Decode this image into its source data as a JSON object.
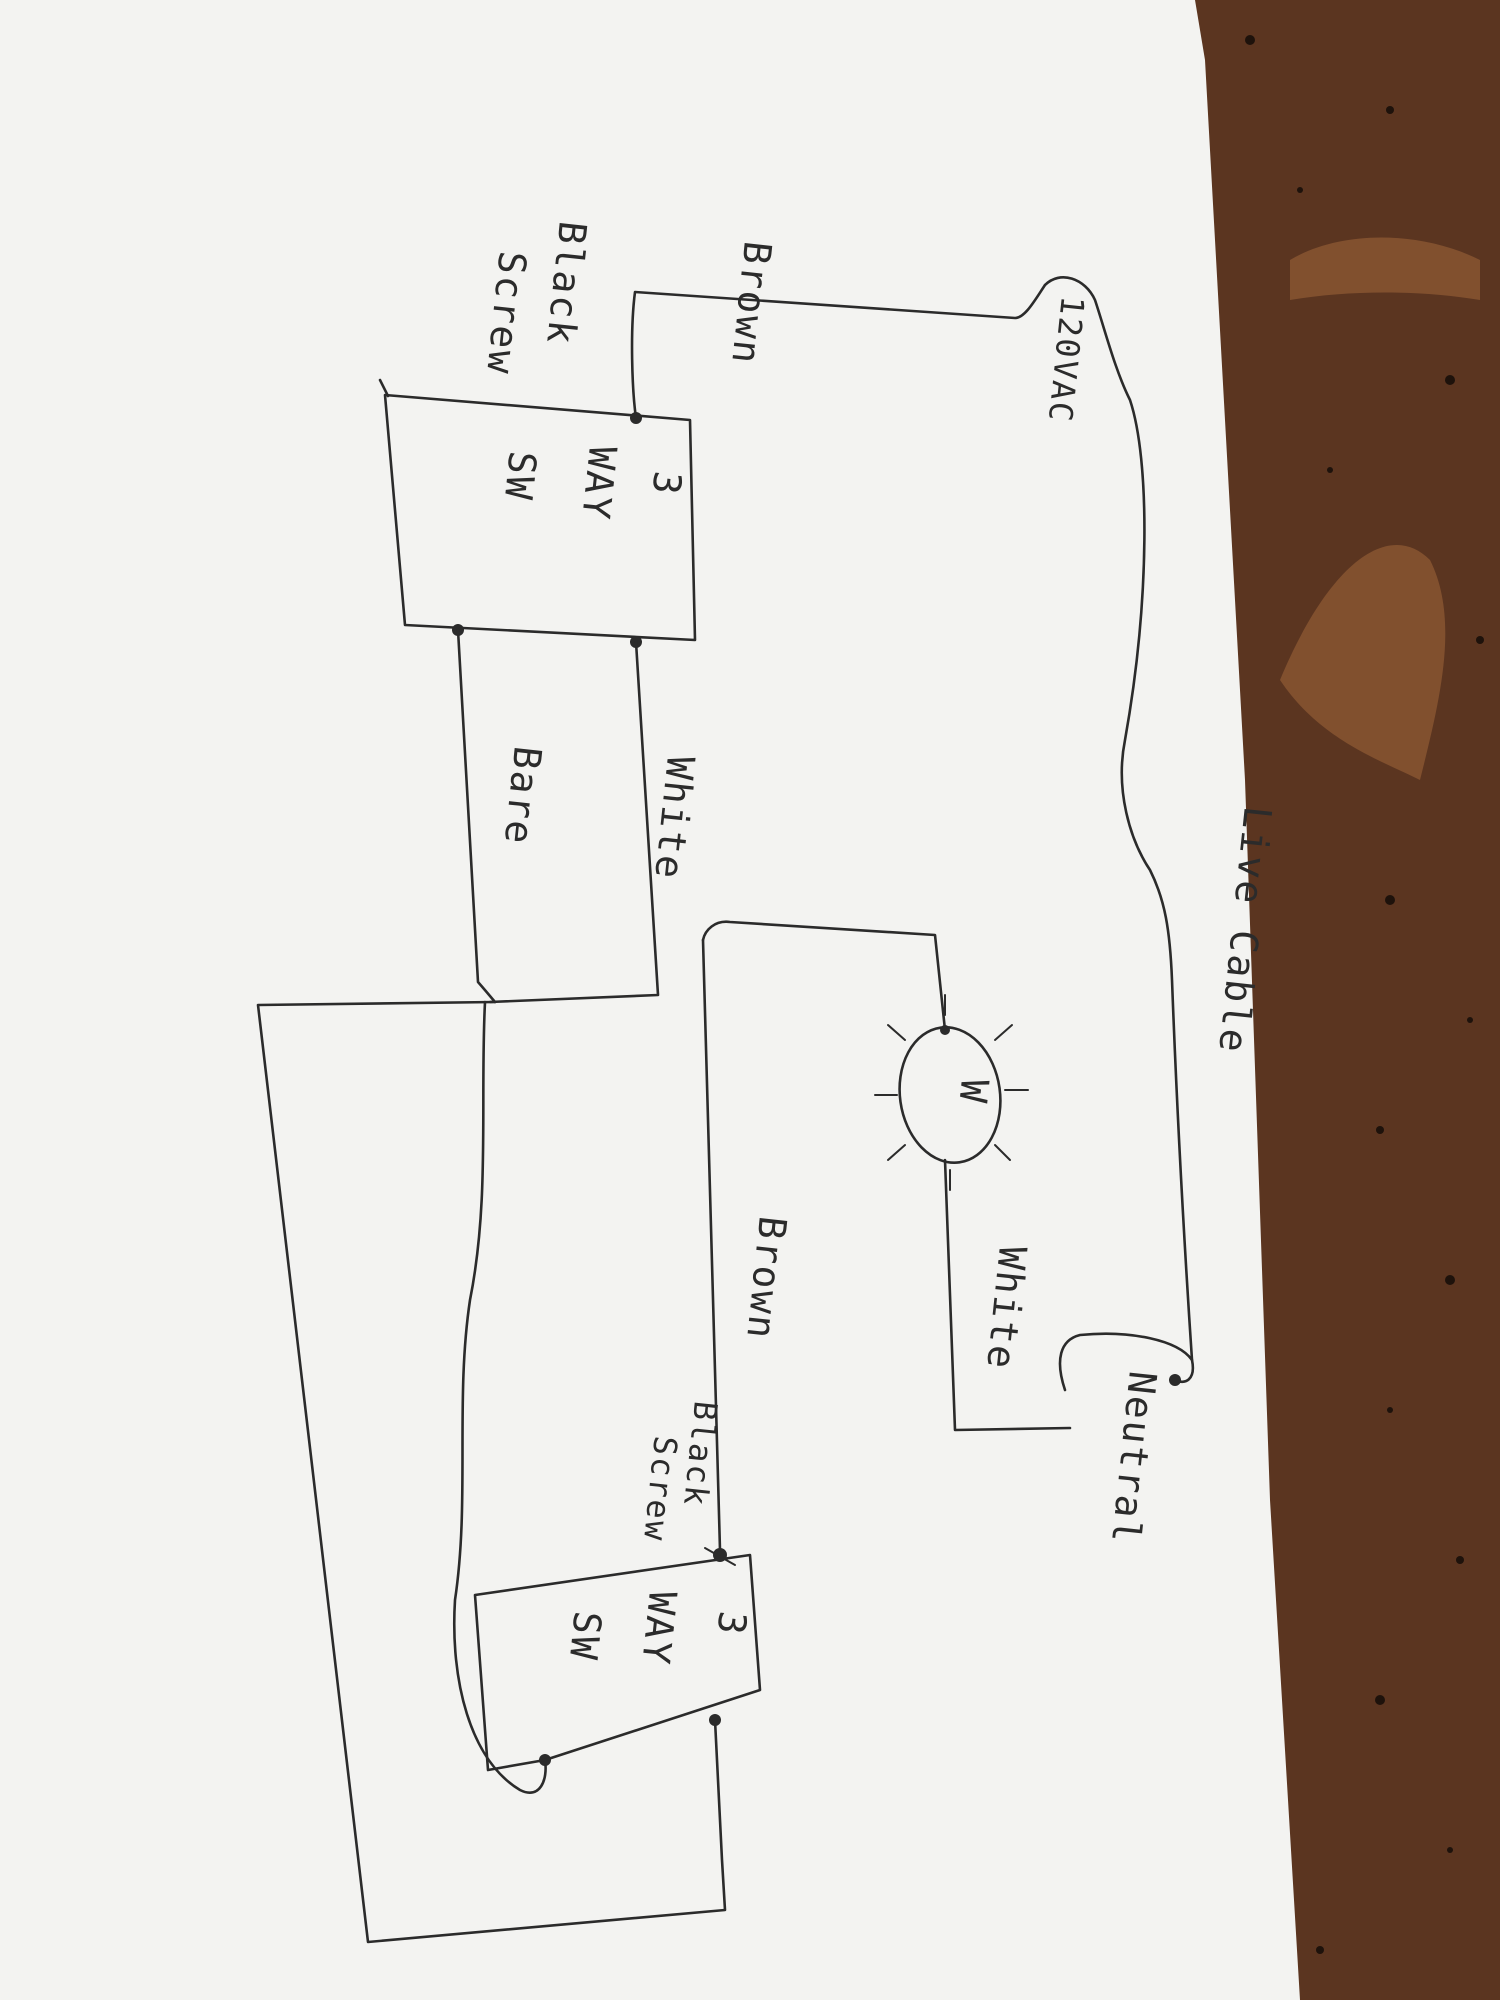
{
  "labels": {
    "brown_top": "Brown",
    "black_screw_top": "Black",
    "black_screw_top_2": "Screw",
    "switch_top_1": "3",
    "switch_top_2": "WAY",
    "switch_top_3": "SW",
    "v120": "120VAC",
    "white_mid": "White",
    "bare": "Bare",
    "live_cable": "Live Cable",
    "lamp": "W",
    "brown_bottom": "Brown",
    "white_lamp": "White",
    "neutral": "Neutral",
    "black_screw_bot": "Black",
    "black_screw_bot_2": "Screw",
    "switch_bot_1": "3",
    "switch_bot_2": "WAY",
    "switch_bot_3": "SW"
  }
}
